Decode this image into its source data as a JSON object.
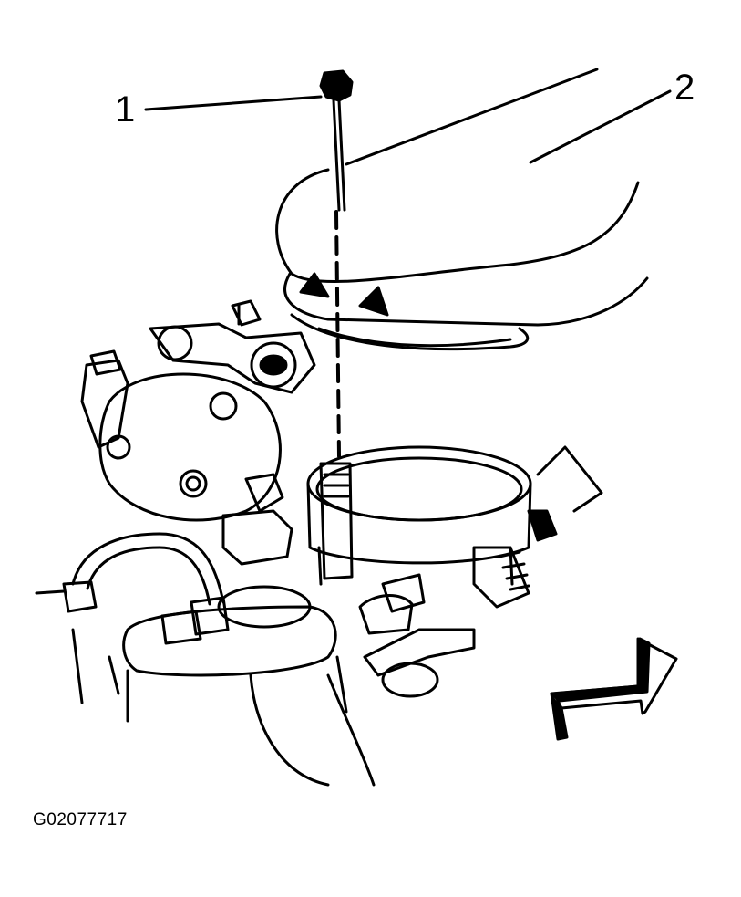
{
  "callouts": [
    {
      "label": "1",
      "part": "bolt"
    },
    {
      "label": "2",
      "part": "air-intake-duct"
    }
  ],
  "figure_id": "G02077717",
  "colors": {
    "line": "#000000",
    "background": "#ffffff"
  }
}
